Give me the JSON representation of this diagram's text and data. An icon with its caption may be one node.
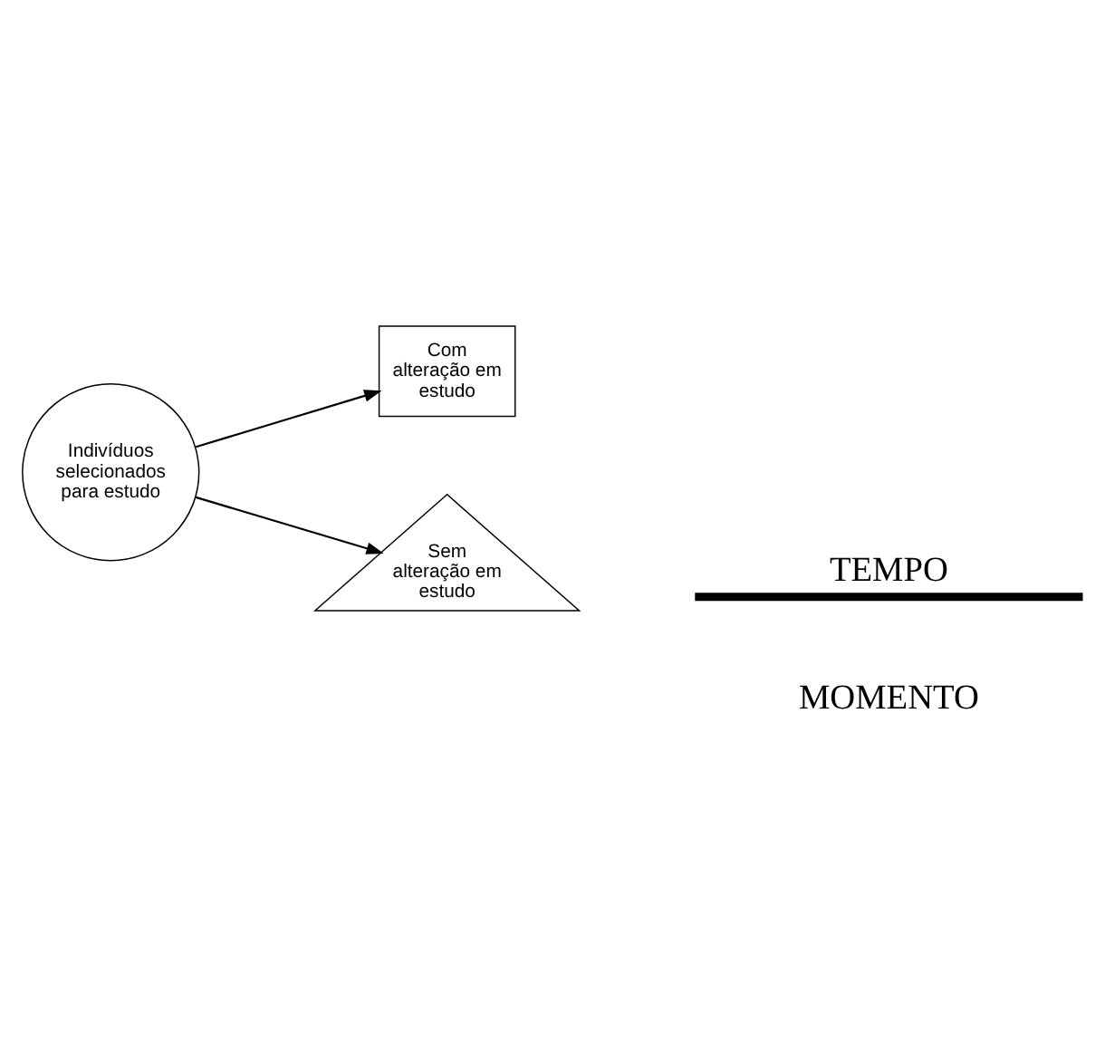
{
  "diagram": {
    "nodes": [
      {
        "text": [
          "Indivíduos selecionados para estudo"
        ]
      },
      {
        "text": [
          "Com alteração em estudo"
        ]
      },
      {
        "text": [
          "Sem alteração em estudo"
        ]
      }
    ],
    "edges": [
      {
        "from": 0,
        "to": 1,
        "arrow": "to"
      },
      {
        "from": 0,
        "to": 2,
        "arrow": "to"
      }
    ],
    "labels": [
      "TEMPO",
      "MOMENTO"
    ]
  }
}
